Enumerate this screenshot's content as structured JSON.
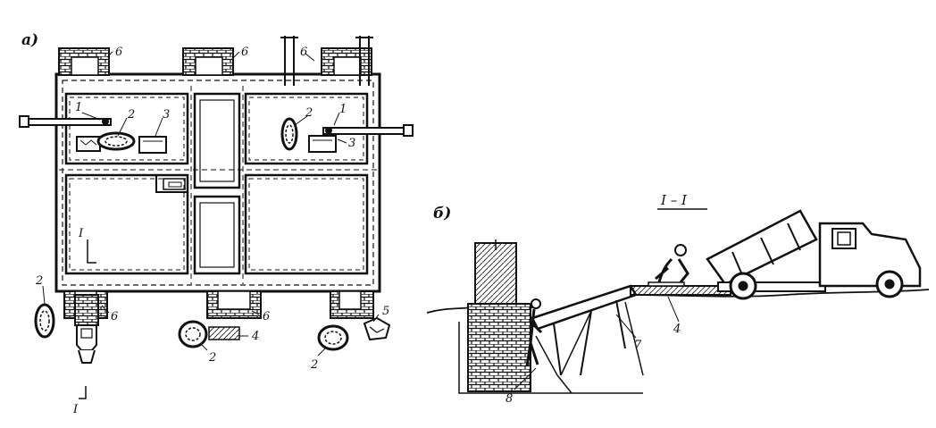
{
  "panel_a": {
    "label": "а)",
    "callouts": {
      "one_left": "1",
      "one_right": "1",
      "two_left": "2",
      "two_right": "2",
      "two_bottom_left": "2",
      "two_bottom_mid": "2",
      "two_bottom_right": "2",
      "three_left": "3",
      "three_right": "3",
      "four": "4",
      "five": "5",
      "six_top1": "6",
      "six_top2": "6",
      "six_top3": "6",
      "six_bot1": "6",
      "six_bot2": "6",
      "section_mark": "I",
      "section_mark_bottom": "I"
    }
  },
  "panel_b": {
    "label": "б)",
    "section_title": "I – I",
    "callouts": {
      "four": "4",
      "seven": "7",
      "eight": "8"
    }
  },
  "colors": {
    "ink": "#111111",
    "paper": "#ffffff"
  }
}
